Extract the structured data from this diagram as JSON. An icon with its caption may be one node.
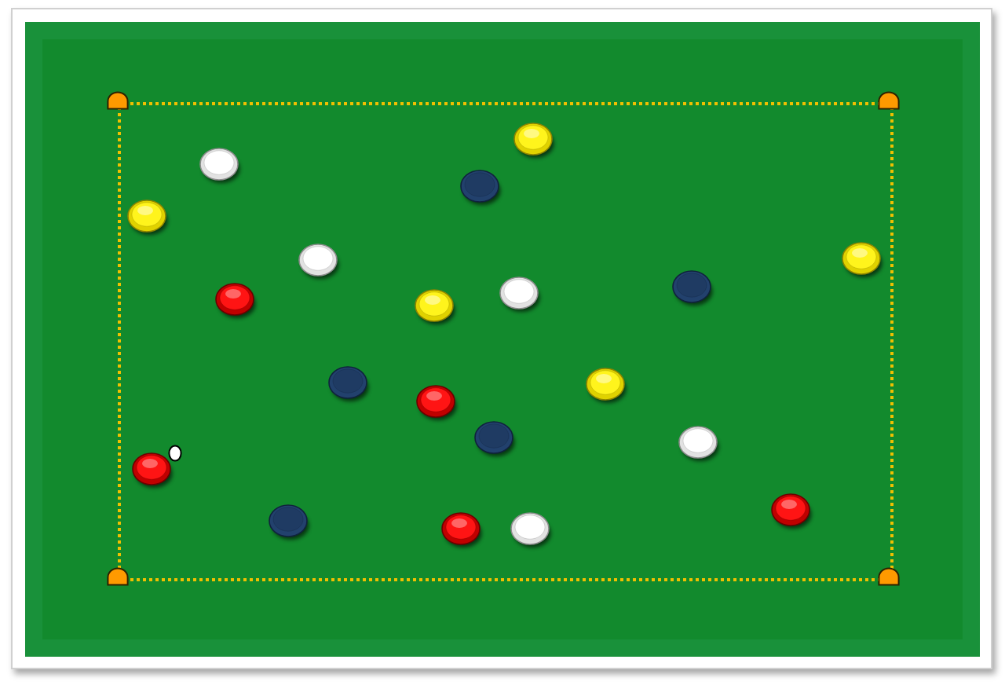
{
  "diagram": {
    "nodes": [
      {
        "text": [],
        "shape": "box"
      },
      {
        "text": [],
        "shape": "box",
        "in": 0
      },
      {
        "text": [],
        "shape": "cone",
        "in": 0
      },
      {
        "text": [],
        "shape": "cone",
        "in": 0
      },
      {
        "text": [],
        "shape": "circle",
        "in": 1
      },
      {
        "text": [],
        "shape": "circle",
        "in": 1
      },
      {
        "text": [],
        "shape": "circle",
        "in": 1
      },
      {
        "text": [],
        "shape": "circle",
        "in": 1
      },
      {
        "text": [],
        "shape": "circle",
        "in": 1
      },
      {
        "text": [],
        "shape": "circle",
        "in": 1
      },
      {
        "text": [],
        "shape": "circle",
        "in": 1
      },
      {
        "text": [],
        "shape": "circle",
        "in": 1
      },
      {
        "text": [],
        "shape": "circle",
        "in": 1
      },
      {
        "text": [],
        "shape": "circle",
        "in": 1
      },
      {
        "text": [],
        "shape": "circle",
        "in": 1
      },
      {
        "text": [],
        "shape": "circle",
        "in": 1
      },
      {
        "text": [],
        "shape": "circle",
        "in": 1
      },
      {
        "text": [],
        "shape": "circle",
        "in": 1
      },
      {
        "text": [],
        "shape": "circle",
        "in": 1
      },
      {
        "text": [],
        "shape": "ball",
        "in": 1
      },
      {
        "text": [],
        "shape": "circle",
        "in": 1
      },
      {
        "text": [],
        "shape": "circle",
        "in": 1
      },
      {
        "text": [],
        "shape": "circle",
        "in": 1
      },
      {
        "text": [],
        "shape": "circle",
        "in": 1
      },
      {
        "text": [],
        "shape": "circle",
        "in": 1
      },
      {
        "text": [],
        "shape": "cone",
        "in": 0
      },
      {
        "text": [],
        "shape": "cone",
        "in": 0
      }
    ]
  }
}
